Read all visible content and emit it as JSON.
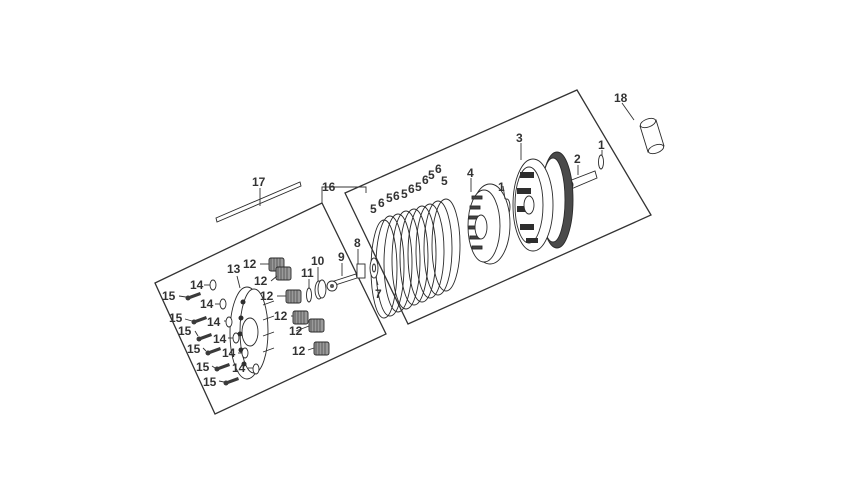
{
  "callouts": {
    "n1": "1",
    "n1b": "1",
    "n2": "2",
    "n3": "3",
    "n4": "4",
    "n5a": "5",
    "n5b": "5",
    "n5c": "5",
    "n5d": "5",
    "n5e": "5",
    "n6a": "6",
    "n6b": "6",
    "n6c": "6",
    "n6d": "6",
    "n6e": "6",
    "n7": "7",
    "n8": "8",
    "n9": "9",
    "n10": "10",
    "n11": "11",
    "n12a": "12",
    "n12b": "12",
    "n12c": "12",
    "n12d": "12",
    "n12e": "12",
    "n12f": "12",
    "n13": "13",
    "n14a": "14",
    "n14b": "14",
    "n14c": "14",
    "n14d": "14",
    "n14e": "14",
    "n14f": "14",
    "n15a": "15",
    "n15b": "15",
    "n15c": "15",
    "n15d": "15",
    "n15e": "15",
    "n15f": "15",
    "n16": "16",
    "n17": "17",
    "n18": "18"
  },
  "colors": {
    "line": "#333333",
    "part_fill": "#ffffff",
    "part_dark": "#3a3a3a",
    "part_mid": "#9a9a9a"
  }
}
